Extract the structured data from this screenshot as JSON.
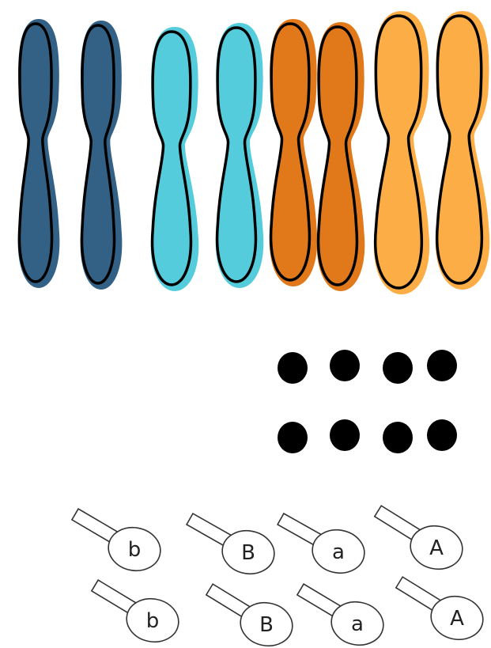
{
  "chromosomes": [
    {
      "group": "dark-blue",
      "color": "#2b5a80"
    },
    {
      "group": "dark-blue",
      "color": "#2b5a80"
    },
    {
      "group": "light-blue",
      "color": "#4ecadb"
    },
    {
      "group": "light-blue",
      "color": "#4ecadb"
    },
    {
      "group": "dark-orange",
      "color": "#e07412"
    },
    {
      "group": "dark-orange",
      "color": "#e07412"
    },
    {
      "group": "light-orange",
      "color": "#fcaa3e"
    },
    {
      "group": "light-orange",
      "color": "#fcaa3e"
    }
  ],
  "dots": {
    "rows": 2,
    "columns": 4,
    "color": "#000000"
  },
  "markers": [
    {
      "letter": "b"
    },
    {
      "letter": "B"
    },
    {
      "letter": "a"
    },
    {
      "letter": "A"
    },
    {
      "letter": "b"
    },
    {
      "letter": "B"
    },
    {
      "letter": "a"
    },
    {
      "letter": "A"
    }
  ]
}
